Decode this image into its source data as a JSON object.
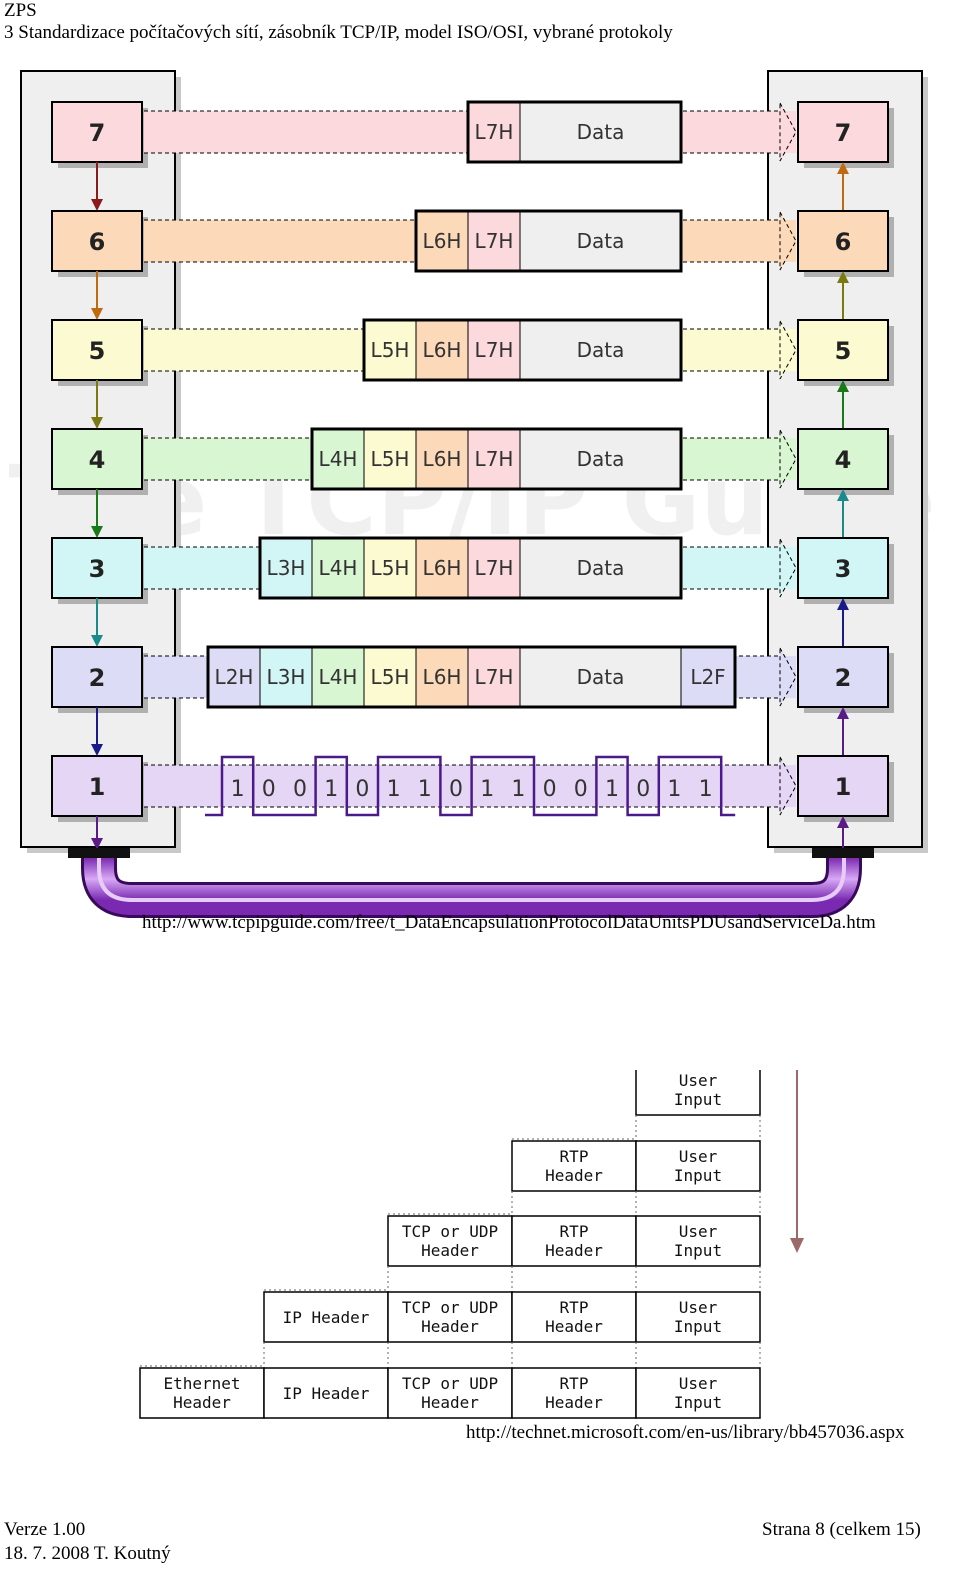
{
  "header": {
    "line1": "ZPS",
    "line2": "3 Standardizace počítačových sítí, zásobník TCP/IP, model ISO/OSI, vybrané protokoly"
  },
  "figure1": {
    "watermark": "The TCP/IP Guide",
    "layers": [
      {
        "num": "7",
        "fill": "#fcd9dc",
        "arrow": "#8b1a1a"
      },
      {
        "num": "6",
        "fill": "#fcd9b8",
        "arrow": "#c06a10"
      },
      {
        "num": "5",
        "fill": "#fcfad0",
        "arrow": "#7a7a10"
      },
      {
        "num": "4",
        "fill": "#d8f6d2",
        "arrow": "#1a7a1a"
      },
      {
        "num": "3",
        "fill": "#d2f6f6",
        "arrow": "#1a8a8a"
      },
      {
        "num": "2",
        "fill": "#dcdcf6",
        "arrow": "#1a1a8a"
      },
      {
        "num": "1",
        "fill": "#e6d6f6",
        "arrow": "#5a1a8a"
      }
    ],
    "headers": {
      "L2H": "L2H",
      "L3H": "L3H",
      "L4H": "L4H",
      "L5H": "L5H",
      "L6H": "L6H",
      "L7H": "L7H",
      "data": "Data",
      "L2F": "L2F"
    },
    "bits": [
      "1",
      "0",
      "0",
      "1",
      "0",
      "1",
      "1",
      "0",
      "1",
      "1",
      "0",
      "0",
      "1",
      "0",
      "1",
      "1"
    ],
    "source_url": "http://www.tcpipguide.com/free/t_DataEncapsulationProtocolDataUnitsPDUsandServiceDa.htm"
  },
  "figure2": {
    "ethernet": [
      "Ethernet",
      "Header"
    ],
    "ip": "IP Header",
    "tcp": [
      "TCP or UDP",
      "Header"
    ],
    "rtp": [
      "RTP",
      "Header"
    ],
    "user": [
      "User",
      "Input"
    ],
    "source_url": "http://technet.microsoft.com/en-us/library/bb457036.aspx"
  },
  "footer": {
    "version": "Verze 1.00",
    "date_author": "18. 7. 2008 T. Koutný",
    "page": "Strana 8 (celkem 15)"
  }
}
